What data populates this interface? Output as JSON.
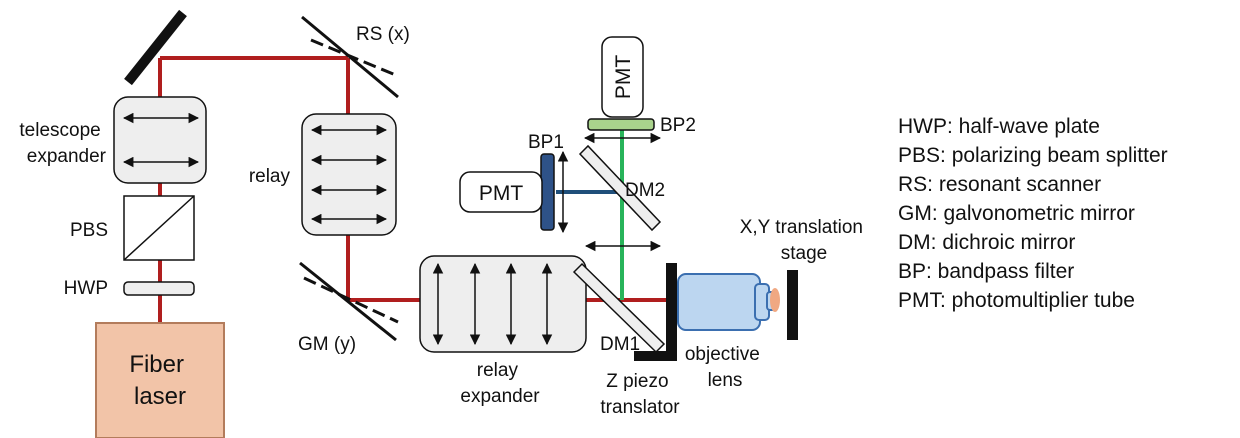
{
  "colors": {
    "excitation_beam": "#b01e1e",
    "emission_green": "#28b45a",
    "emission_blue": "#1f4f7a",
    "laser_body": "#f2c4a8",
    "laser_border": "#b37c5c",
    "component_fill": "#eeeeee",
    "objective_fill": "#bcd6f0",
    "objective_border": "#3b6fb0",
    "bp1_fill": "#2e5288",
    "bp2_fill": "#a9d38c",
    "sample_spot": "#f0a882"
  },
  "components": {
    "fiber_laser": "Fiber\nlaser",
    "hwp": "HWP",
    "pbs": "PBS",
    "telescope_expander": "telescope\nexpander",
    "relay": "relay",
    "rs": "RS (x)",
    "gm": "GM (y)",
    "relay_expander": "relay\nexpander",
    "dm1": "DM1",
    "dm2": "DM2",
    "bp1": "BP1",
    "bp2": "BP2",
    "pmt_side": "PMT",
    "pmt_top": "PMT",
    "z_piezo": "Z piezo\ntranslator",
    "objective": "objective\nlens",
    "xy_stage": "X,Y translation\nstage"
  },
  "legend": [
    "HWP: half-wave plate",
    "PBS: polarizing beam splitter",
    "RS: resonant scanner",
    "GM: galvonometric mirror",
    "DM: dichroic mirror",
    "BP: bandpass filter",
    "PMT: photomultiplier tube"
  ]
}
